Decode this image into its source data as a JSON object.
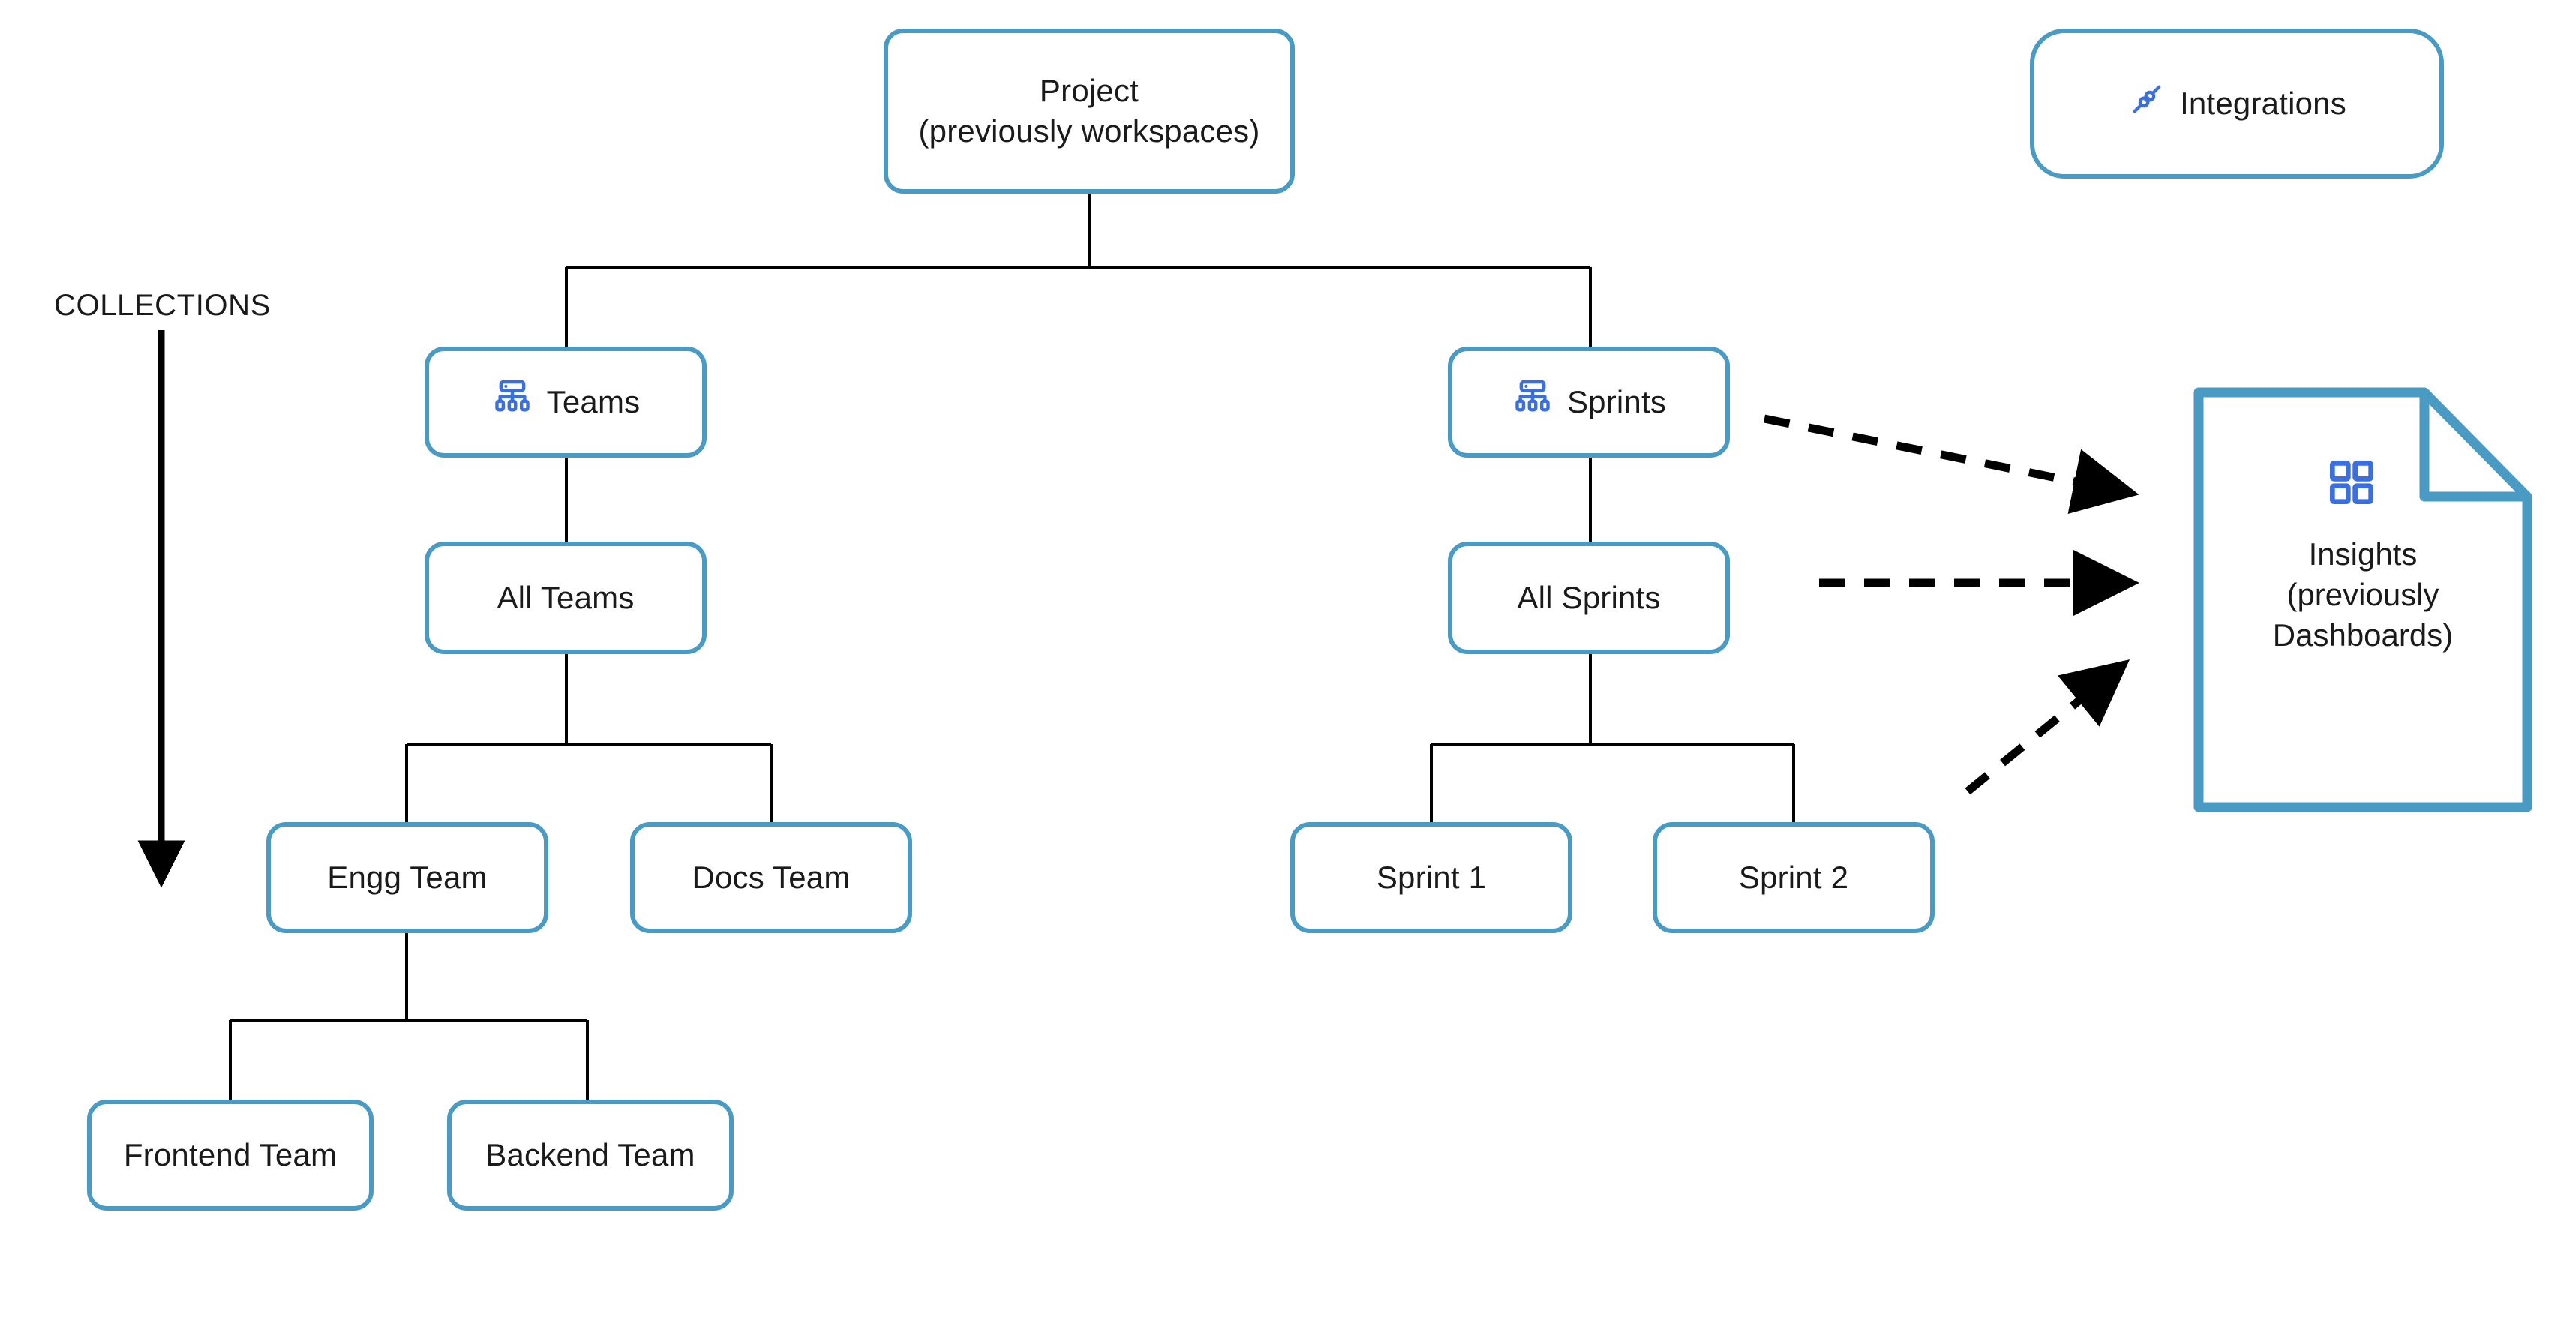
{
  "diagram": {
    "title_note": "Project hierarchy diagram",
    "colors": {
      "node_border": "#4a9bc4",
      "icon_blue": "#3b6fe0",
      "connector": "#000000",
      "text": "#1a1a1a",
      "background": "#ffffff"
    },
    "axis_label": "COLLECTIONS",
    "nodes": {
      "project": {
        "label": "Project\n(previously workspaces)"
      },
      "teams": {
        "label": "Teams",
        "icon": "org-chart-icon"
      },
      "sprints": {
        "label": "Sprints",
        "icon": "org-chart-icon"
      },
      "all_teams": {
        "label": "All Teams"
      },
      "all_sprints": {
        "label": "All Sprints"
      },
      "engg_team": {
        "label": "Engg Team"
      },
      "docs_team": {
        "label": "Docs Team"
      },
      "sprint_1": {
        "label": "Sprint 1"
      },
      "sprint_2": {
        "label": "Sprint 2"
      },
      "frontend_team": {
        "label": "Frontend Team"
      },
      "backend_team": {
        "label": "Backend Team"
      },
      "integrations": {
        "label": "Integrations",
        "icon": "plug-icon"
      },
      "insights": {
        "label": "Insights\n(previously\nDashboards)",
        "icon": "dashboard-grid-icon"
      }
    },
    "edges": [
      {
        "from": "project",
        "to": "teams",
        "style": "solid"
      },
      {
        "from": "project",
        "to": "sprints",
        "style": "solid"
      },
      {
        "from": "teams",
        "to": "all_teams",
        "style": "solid"
      },
      {
        "from": "all_teams",
        "to": "engg_team",
        "style": "solid"
      },
      {
        "from": "all_teams",
        "to": "docs_team",
        "style": "solid"
      },
      {
        "from": "engg_team",
        "to": "frontend_team",
        "style": "solid"
      },
      {
        "from": "engg_team",
        "to": "backend_team",
        "style": "solid"
      },
      {
        "from": "sprints",
        "to": "all_sprints",
        "style": "solid"
      },
      {
        "from": "all_sprints",
        "to": "sprint_1",
        "style": "solid"
      },
      {
        "from": "all_sprints",
        "to": "sprint_2",
        "style": "solid"
      },
      {
        "from": "sprints",
        "to": "insights",
        "style": "dashed-arrow"
      },
      {
        "from": "all_sprints",
        "to": "insights",
        "style": "dashed-arrow"
      },
      {
        "from": "sprint_2",
        "to": "insights",
        "style": "dashed-arrow"
      }
    ],
    "collections_arrow": {
      "direction": "down"
    }
  }
}
